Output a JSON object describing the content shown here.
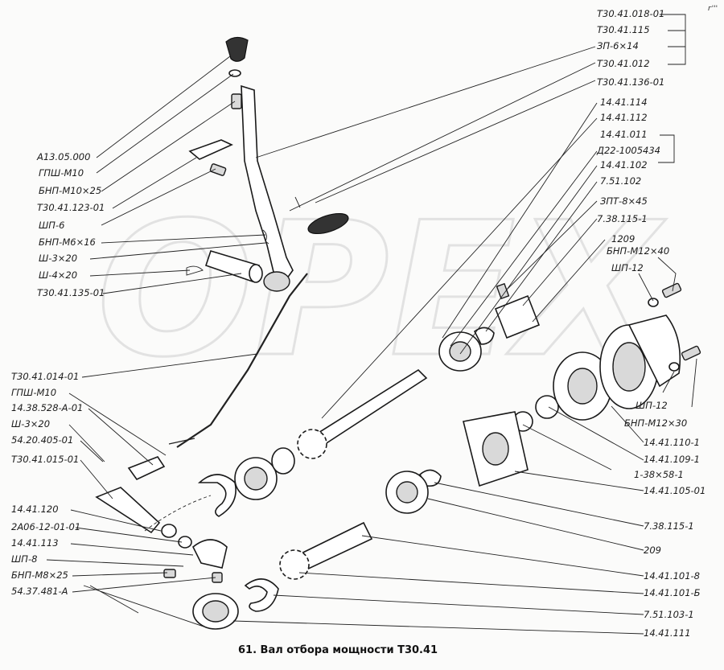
{
  "watermark": "OPEX",
  "caption": "61. Вал отбора мощности Т30.41",
  "corner_mark": "г'''",
  "labels": {
    "left": [
      "А13.05.000",
      "ГПШ-М10",
      "БНП-М10×25",
      "Т30.41.123-01",
      "ШП-6",
      "БНП-М6×16",
      "Ш-3×20",
      "Ш-4×20",
      "Т30.41.135-01",
      "Т30.41.014-01",
      "ГПШ-М10",
      "14.38.528-А-01",
      "Ш-3×20",
      "54.20.405-01",
      "Т30.41.015-01",
      "14.41.120",
      "2А06-12-01-01",
      "14.41.113",
      "ШП-8",
      "БНП-М8×25",
      "54.37.481-А"
    ],
    "right": [
      "Т30.41.018-01",
      "Т30.41.115",
      "ЗП-6×14",
      "Т30.41.012",
      "Т30.41.136-01",
      "14.41.114",
      "14.41.112",
      "14.41.011",
      "Д22-1005434",
      "14.41.102",
      "7.51.102",
      "ЗПТ-8×45",
      "7.38.115-1",
      "1209",
      "БНП-М12×40",
      "ШП-12",
      "ШП-12",
      "БНП-М12×30",
      "14.41.110-1",
      "14.41.109-1",
      "1-38×58-1",
      "14.41.105-01",
      "7.38.115-1",
      "209",
      "14.41.101-8",
      "14.41.101-Б",
      "7.51.103-1",
      "14.41.111"
    ]
  },
  "part_icons": [
    "knob-icon",
    "washer-icon",
    "bolt-icon",
    "bracket-icon",
    "lever-icon",
    "pin-icon",
    "sleeve-icon",
    "rod-icon",
    "fork-icon",
    "bearing-icon",
    "shaft-icon",
    "gear-icon",
    "flange-icon",
    "housing-icon",
    "gasket-icon",
    "circlip-icon",
    "coupling-icon"
  ]
}
